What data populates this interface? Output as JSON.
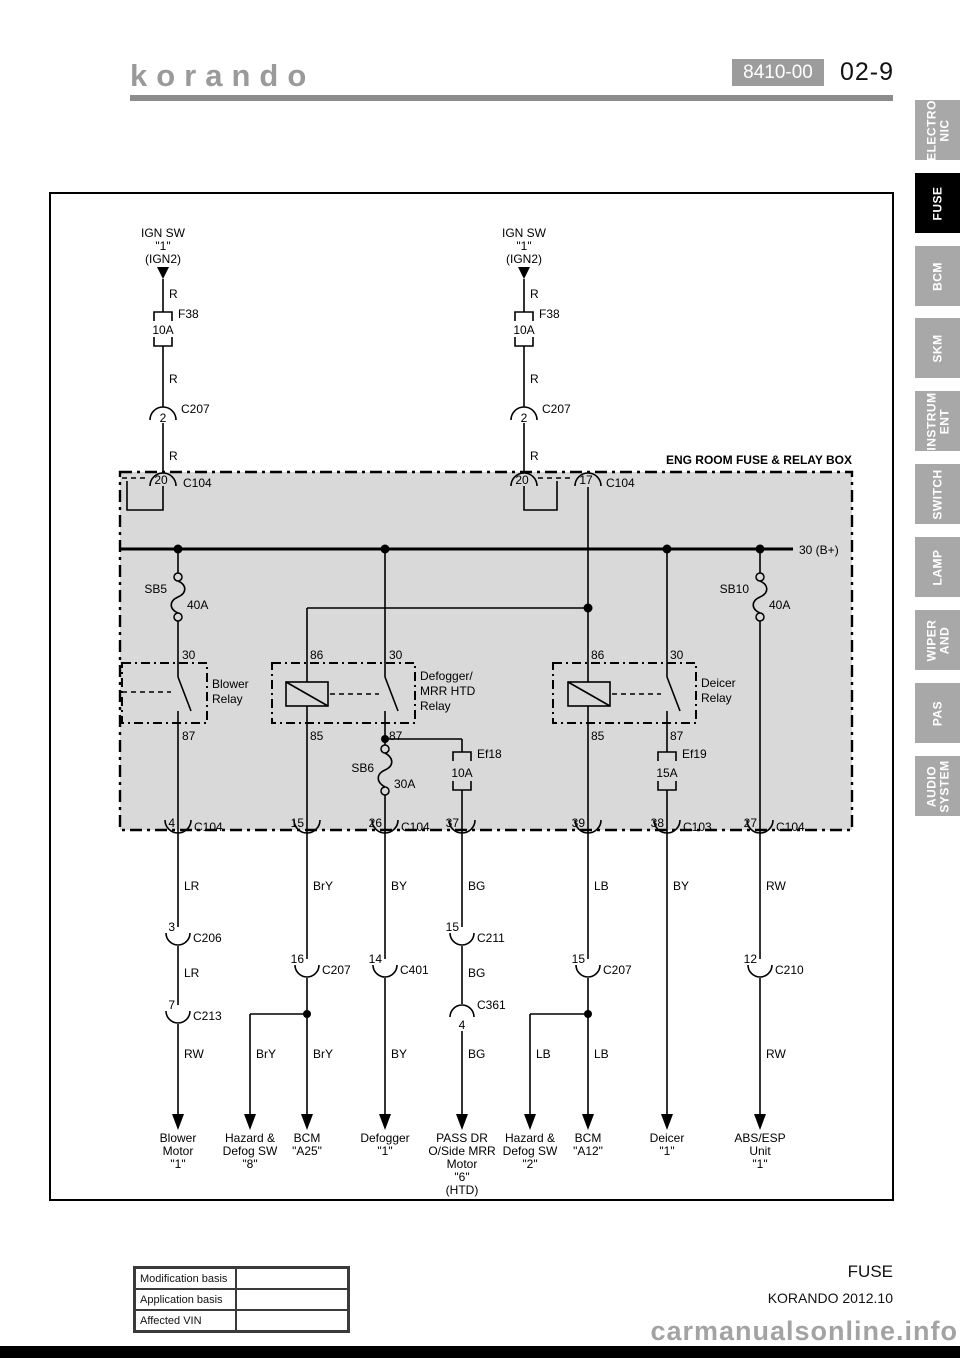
{
  "header": {
    "logo_text": "korando",
    "doc_code": "8410-00",
    "page_number": "02-9"
  },
  "sidebar": {
    "tabs": [
      {
        "lines": [
          "ELECTRO",
          "NIC"
        ],
        "active": false
      },
      {
        "lines": [
          "FUSE"
        ],
        "active": true
      },
      {
        "lines": [
          "BCM"
        ],
        "active": false
      },
      {
        "lines": [
          "SKM"
        ],
        "active": false
      },
      {
        "lines": [
          "INSTRUM",
          "ENT"
        ],
        "active": false
      },
      {
        "lines": [
          "SWITCH"
        ],
        "active": false
      },
      {
        "lines": [
          "LAMP"
        ],
        "active": false
      },
      {
        "lines": [
          "WIPER",
          "AND"
        ],
        "active": false
      },
      {
        "lines": [
          "PAS"
        ],
        "active": false
      },
      {
        "lines": [
          "AUDIO",
          "SYSTEM"
        ],
        "active": false
      }
    ]
  },
  "diagram": {
    "title": "ENG ROOM FUSE & RELAY BOX",
    "bus_label": "30 (B+)",
    "feeds": [
      {
        "source": [
          "IGN SW",
          "\"1\"",
          "(IGN2)"
        ],
        "wire1": "R",
        "fuse_name": "F38",
        "fuse_rating": "10A",
        "wire2": "R",
        "conn_pin": "2",
        "conn_name": "C207",
        "wire3": "R"
      },
      {
        "source": [
          "IGN SW",
          "\"1\"",
          "(IGN2)"
        ],
        "wire1": "R",
        "fuse_name": "F38",
        "fuse_rating": "10A",
        "wire2": "R",
        "conn_pin": "2",
        "conn_name": "C207",
        "wire3": "R"
      }
    ],
    "entries": [
      {
        "pin": "20",
        "conn": "C104"
      },
      {
        "pin": "20",
        "conn": ""
      },
      {
        "pin": "17",
        "conn": "C104"
      }
    ],
    "fuses": {
      "sb5": {
        "name": "SB5",
        "rating": "40A"
      },
      "sb10": {
        "name": "SB10",
        "rating": "40A"
      },
      "sb6": {
        "name": "SB6",
        "rating": "30A"
      },
      "ef18": {
        "name": "Ef18",
        "rating": "10A"
      },
      "ef19": {
        "name": "Ef19",
        "rating": "15A"
      }
    },
    "relays": {
      "blower": {
        "name": [
          "Blower",
          "Relay"
        ],
        "t30": "30",
        "t87": "87"
      },
      "defogger": {
        "name": [
          "Defogger/",
          "MRR HTD",
          "Relay"
        ],
        "t86": "86",
        "t30": "30",
        "t85": "85",
        "t87": "87"
      },
      "deicer": {
        "name": [
          "Deicer",
          "Relay"
        ],
        "t86": "86",
        "t30": "30",
        "t85": "85",
        "t87": "87"
      }
    },
    "exits": [
      {
        "pin": "4",
        "conn": "C104"
      },
      {
        "pin": "15",
        "conn": ""
      },
      {
        "pin": "26",
        "conn": "C104"
      },
      {
        "pin": "37",
        "conn": ""
      },
      {
        "pin": "39",
        "conn": ""
      },
      {
        "pin": "38",
        "conn": "C103"
      },
      {
        "pin": "27",
        "conn": "C104"
      }
    ],
    "columns": [
      {
        "w1": "LR",
        "c1_pin": "3",
        "c1_name": "C206",
        "w2": "LR",
        "c2_pin": "7",
        "c2_name": "C213",
        "w3": "RW",
        "dest": [
          "Blower",
          "Motor",
          "\"1\""
        ]
      },
      {
        "w1": "BrY",
        "c1_pin": "16",
        "c1_name": "C207",
        "w2": "BrY",
        "branch_w": "BrY",
        "branch_dest": [
          "Hazard &",
          "Defog SW",
          "\"8\""
        ],
        "dest": [
          "BCM",
          "\"A25\""
        ]
      },
      {
        "w1": "BY",
        "c1_pin": "14",
        "c1_name": "C401",
        "w2": "BY",
        "dest": [
          "Defogger",
          "\"1\""
        ]
      },
      {
        "w1": "BG",
        "c1_pin": "15",
        "c1_name": "C211",
        "w2": "BG",
        "c2_pin": "4",
        "c2_name": "C361",
        "w3": "BG",
        "dest": [
          "PASS DR",
          "O/Side MRR",
          "Motor",
          "\"6\"",
          "(HTD)"
        ]
      },
      {
        "w1": "LB",
        "c1_pin": "15",
        "c1_name": "C207",
        "w2": "LB",
        "branch_w": "LB",
        "branch_dest": [
          "Hazard &",
          "Defog SW",
          "\"2\""
        ],
        "dest": [
          "BCM",
          "\"A12\""
        ]
      },
      {
        "w1": "BY",
        "dest": [
          "Deicer",
          "\"1\""
        ]
      },
      {
        "w1": "RW",
        "c1_pin": "12",
        "c1_name": "C210",
        "w2": "RW",
        "dest": [
          "ABS/ESP",
          "Unit",
          "\"1\""
        ]
      }
    ]
  },
  "footer": {
    "table_rows": [
      "Modification basis",
      "Application basis",
      "Affected VIN"
    ],
    "doc_title": "FUSE",
    "model_code": "KORANDO 2012.10"
  },
  "watermark": "carmanualsonline.info"
}
